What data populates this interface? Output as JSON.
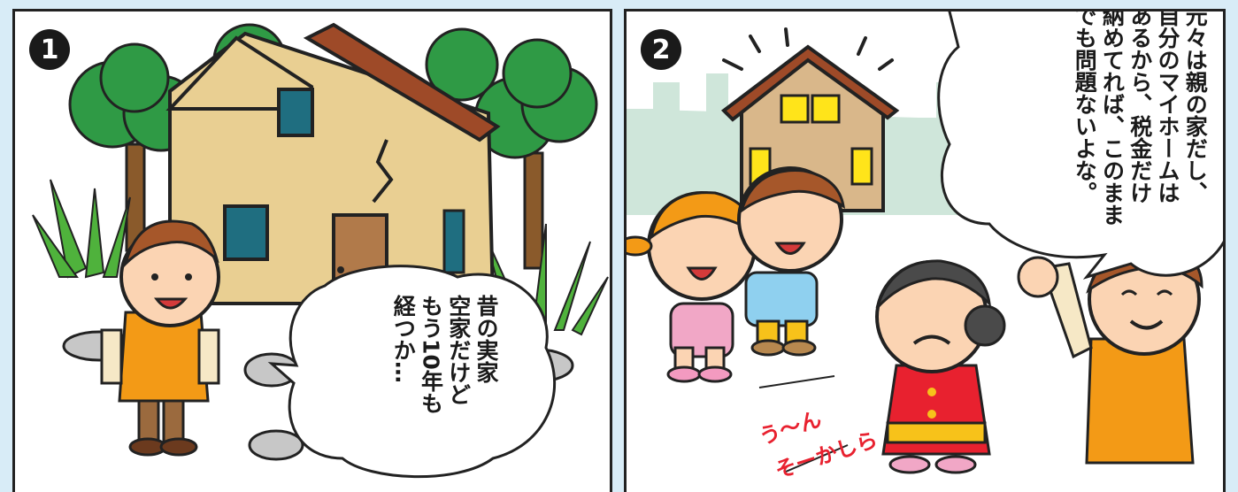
{
  "panels": [
    {
      "number": "1",
      "speech": "昔の実家\n空家だけど\nもう10年も\n経つか…"
    },
    {
      "number": "2",
      "speech": "元々は親の家だし、\n自分のマイホームは\nあるから、税金だけ\n納めてれば、このまま\nでも問題ないよな。",
      "sound_effect": [
        "う～ん",
        "そーかしら"
      ]
    }
  ],
  "colors": {
    "page_background": "#d8ecf7",
    "sound_effect_text": "#e8212f",
    "house_wall": "#e9cf92",
    "roof": "#9e4a28",
    "tree": "#2f9a45",
    "vest": "#f39a16"
  }
}
